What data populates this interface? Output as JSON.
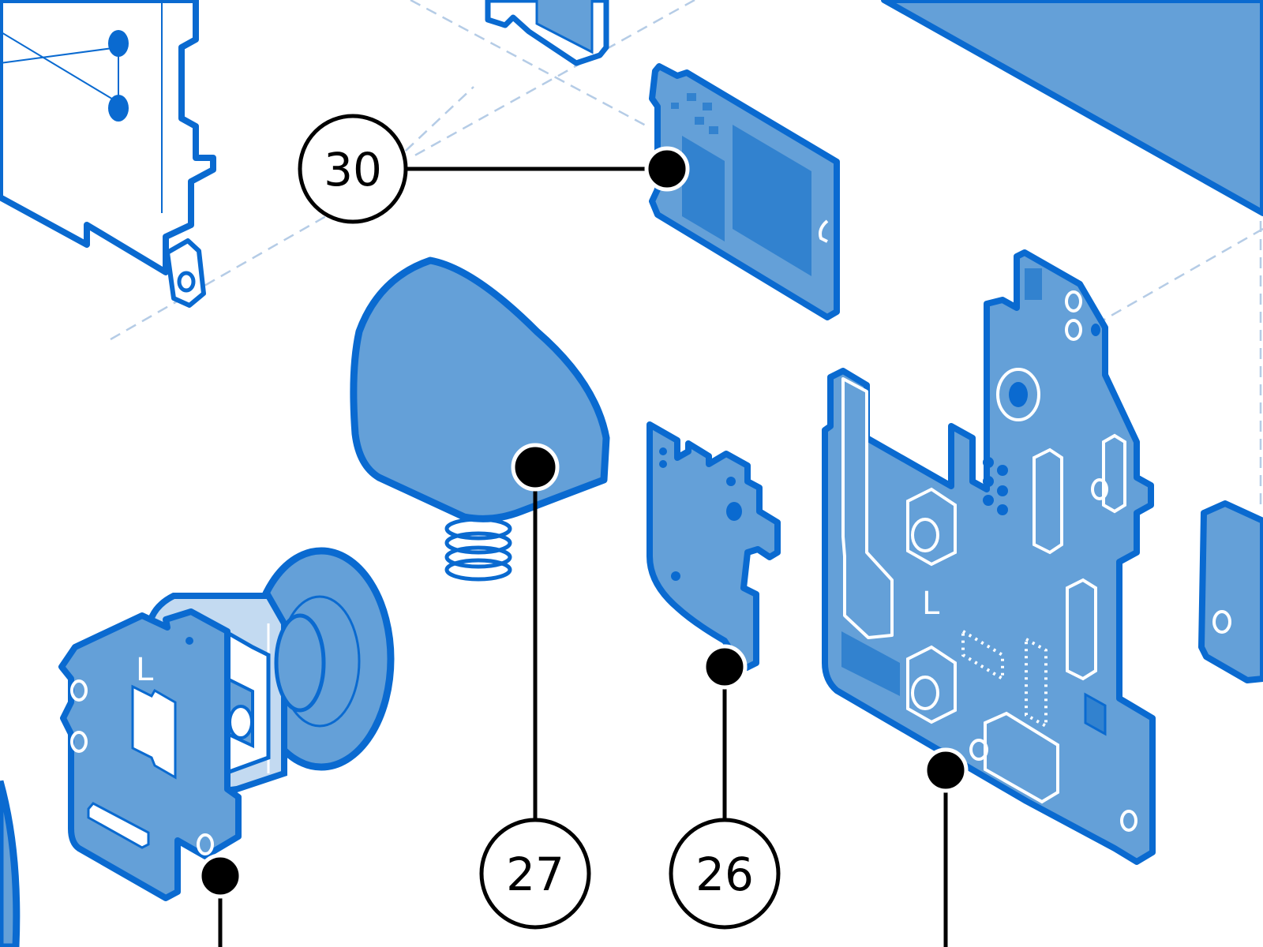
{
  "diagram": {
    "callouts": [
      {
        "number": "30",
        "part": "ssd-card"
      },
      {
        "number": "27",
        "part": "trigger-button"
      },
      {
        "number": "26",
        "part": "button-bracket"
      }
    ],
    "unlabeled_pointers": [
      "joystick-module",
      "main-board"
    ],
    "board_letter_1": "L",
    "board_letter_2": "L",
    "colors": {
      "part_fill": "#64a0d8",
      "part_stroke": "#0a6ad0",
      "part_dark": "#3282cf",
      "part_light": "#c3daf1",
      "guide_line": "#b5cce6",
      "leader": "#000000"
    }
  }
}
